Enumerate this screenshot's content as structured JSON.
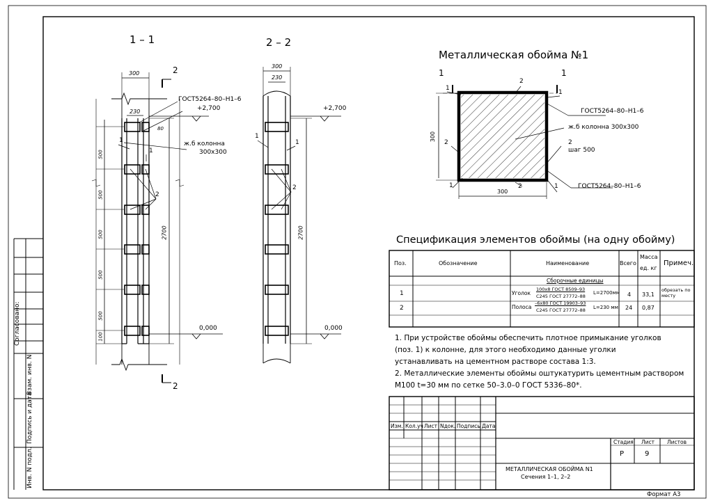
{
  "sections": {
    "s11": {
      "label": "1 – 1"
    },
    "s22": {
      "label": "2 – 2"
    }
  },
  "section11": {
    "dim_top": "300",
    "dim_inner": "230",
    "dim_80": "80",
    "cut_mark": "2",
    "gost": "ГОСТ5264–80–Н1–6",
    "elev_top": "+2,700",
    "elev_bottom": "0,000",
    "col_label_1": "ж.б колонна",
    "col_label_2": "300х300",
    "pos1": "1",
    "pos2": "2",
    "spacings": [
      "500",
      "500",
      "500",
      "500",
      "500",
      "100"
    ],
    "height": "2700"
  },
  "section22": {
    "dim_top": "300",
    "dim_inner": "230",
    "elev_top": "+2,700",
    "elev_bottom": "0,000",
    "pos1": "1",
    "pos2": "2",
    "height": "2700"
  },
  "plan": {
    "title": "Металлическая обойма №1",
    "cut": "1",
    "pos1": "1",
    "pos2": "2",
    "gost_top": "ГОСТ5264–80–Н1–6",
    "column": "ж.б колонна 300х300",
    "step": "шаг 500",
    "gost_bottom": "ГОСТ5264–80–Н1–6",
    "dim_h": "300",
    "dim_w": "300"
  },
  "spec": {
    "title": "Спецификация элементов обоймы (на одну обойму)",
    "headers": {
      "pos": "Поз.",
      "designation": "Обозначение",
      "name": "Наименование",
      "qty": "Всего",
      "mass_1": "Масса",
      "mass_2": "ед. кг",
      "note": "Примеч."
    },
    "group": "Сборочные единицы",
    "rows": [
      {
        "pos": "1",
        "type": "Уголок",
        "line1": "100х8 ГОСТ 8509–93",
        "line2": "С245 ГОСТ 27772–88",
        "length": "L=2700мм",
        "qty": "4",
        "mass": "33,1",
        "note_1": "обрезать по",
        "note_2": "месту"
      },
      {
        "pos": "2",
        "type": "Полоса",
        "line1": "–6х80 ГОСТ 19903–93",
        "line2": "С245 ГОСТ 27772–88",
        "length": "L=230 мм",
        "qty": "24",
        "mass": "0,87",
        "note_1": "",
        "note_2": ""
      }
    ]
  },
  "notes": [
    "1. При устройстве обоймы обеспечить плотное примыкание уголков",
    "(поз. 1) к колонне, для этого необходимо данные уголки",
    "устанавливать на цементном растворе состава 1:3.",
    "2. Металлические элементы обоймы оштукатурить цементным раствором",
    "М100 t=30 мм по сетке 50–3.0–0 ГОСТ 5336–80*."
  ],
  "titleblock": {
    "cols": [
      "Изм.",
      "Кол.уч",
      "Лист",
      "Nдок.",
      "Подпись",
      "Дата"
    ],
    "stage_h": "Стадия",
    "sheet_h": "Лист",
    "sheets_h": "Листов",
    "stage": "Р",
    "sheet": "9",
    "name_1": "МЕТАЛЛИЧЕСКАЯ ОБОЙМА N1",
    "name_2": "Сечения 1–1, 2–2",
    "format": "Формат А3"
  },
  "side": {
    "agreed": "Согласовано:",
    "inv_vzam": "Взам. инв. N",
    "sign_date": "Подпись и дата",
    "inv_podl": "Инв. N подл."
  }
}
